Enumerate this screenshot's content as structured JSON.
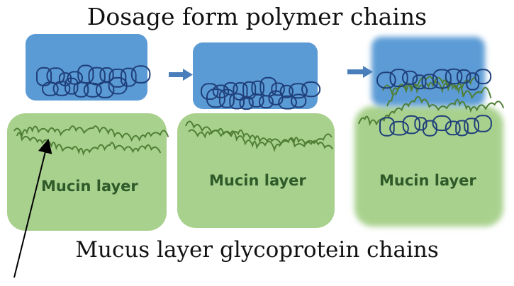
{
  "titles": {
    "top": "Dosage form polymer chains",
    "bottom": "Mucus layer glycoprotein chains"
  },
  "panels": [
    {
      "label": "Mucin layer"
    },
    {
      "label": "Mucin layer"
    },
    {
      "label": "Mucin layer"
    }
  ],
  "colors": {
    "dosage_block": "#5b9bd5",
    "mucin_block": "#a9d18e",
    "polymer_chain": "#1f3f7a",
    "glycoprotein_chain": "#4f7f34",
    "arrow": "#4a7ebb",
    "pointer": "#000000"
  }
}
